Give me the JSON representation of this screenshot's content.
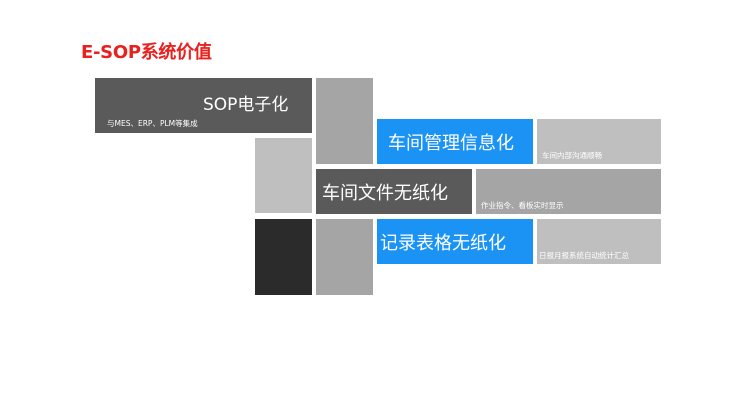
{
  "title": "E-SOP系统价值",
  "colors": {
    "title": "#e8201e",
    "blue": "#1a93f4",
    "dark_gray": "#5a5a5a",
    "mid_gray": "#a5a5a5",
    "light_gray": "#bfbfbf",
    "black_tile": "#2b2b2b"
  },
  "blocks": {
    "sop": {
      "title": "SOP电子化",
      "desc": "与MES、ERP、PLM等集成"
    },
    "workshop_mgmt": {
      "title": "车间管理信息化",
      "desc": "车间内部沟通顺畅"
    },
    "workshop_doc": {
      "title": "车间文件无纸化",
      "desc": "作业指令、看板实时显示"
    },
    "record_form": {
      "title": "记录表格无纸化",
      "desc": "日报月报系统自动统计汇总"
    }
  }
}
